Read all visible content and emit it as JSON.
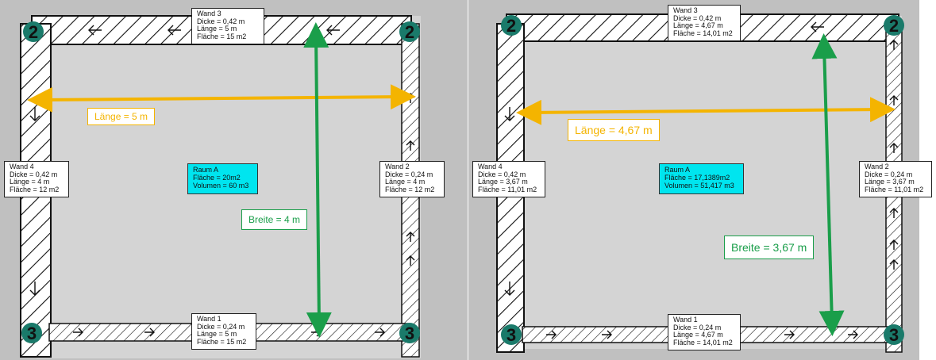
{
  "colors": {
    "background": "#c0c0c0",
    "room_floor": "#d4d4d4",
    "wall_fill": "#ffffff",
    "wall_line": "#111111",
    "corner_badge": "#1a7a6a",
    "laenge_arrow": "#f4b400",
    "breite_arrow": "#1a9e4a",
    "raum_box": "#00e5ef"
  },
  "panels": [
    {
      "wall3": {
        "title": "Wand 3",
        "dicke": "Dicke = 0,42 m",
        "laenge": "Länge = 5 m",
        "flaeche": "Fläche = 15 m2"
      },
      "wall4": {
        "title": "Wand 4",
        "dicke": "Dicke = 0,42 m",
        "laenge": "Länge = 4 m",
        "flaeche": "Fläche = 12 m2"
      },
      "wall2": {
        "title": "Wand 2",
        "dicke": "Dicke = 0,24 m",
        "laenge": "Länge = 4 m",
        "flaeche": "Fläche = 12 m2"
      },
      "wall1": {
        "title": "Wand 1",
        "dicke": "Dicke = 0,24 m",
        "laenge": "Länge = 5 m",
        "flaeche": "Fläche = 15 m2"
      },
      "raum": {
        "title": "Raum A",
        "flaeche": "Fläche = 20m2",
        "volumen": "Volumen = 60 m3"
      },
      "laenge_label": "Länge = 5 m",
      "breite_label": "Breite = 4 m",
      "corner_top_left": "2",
      "corner_top_right": "2",
      "corner_bottom_left": "3",
      "corner_bottom_right": "3"
    },
    {
      "wall3": {
        "title": "Wand 3",
        "dicke": "Dicke = 0,42 m",
        "laenge": "Länge = 4,67 m",
        "flaeche": "Fläche = 14,01 m2"
      },
      "wall4": {
        "title": "Wand 4",
        "dicke": "Dicke = 0,42 m",
        "laenge": "Länge = 3,67 m",
        "flaeche": "Fläche = 11,01 m2"
      },
      "wall2": {
        "title": "Wand 2",
        "dicke": "Dicke = 0,24 m",
        "laenge": "Länge = 3,67 m",
        "flaeche": "Fläche = 11,01 m2"
      },
      "wall1": {
        "title": "Wand 1",
        "dicke": "Dicke = 0,24 m",
        "laenge": "Länge = 4,67 m",
        "flaeche": "Fläche = 14,01 m2"
      },
      "raum": {
        "title": "Raum A",
        "flaeche": "Fläche = 17,1389m2",
        "volumen": "Volumen = 51,417 m3"
      },
      "laenge_label": "Länge = 4,67 m",
      "breite_label": "Breite = 3,67 m",
      "corner_top_left": "2",
      "corner_top_right": "2",
      "corner_bottom_left": "3",
      "corner_bottom_right": "3"
    }
  ]
}
